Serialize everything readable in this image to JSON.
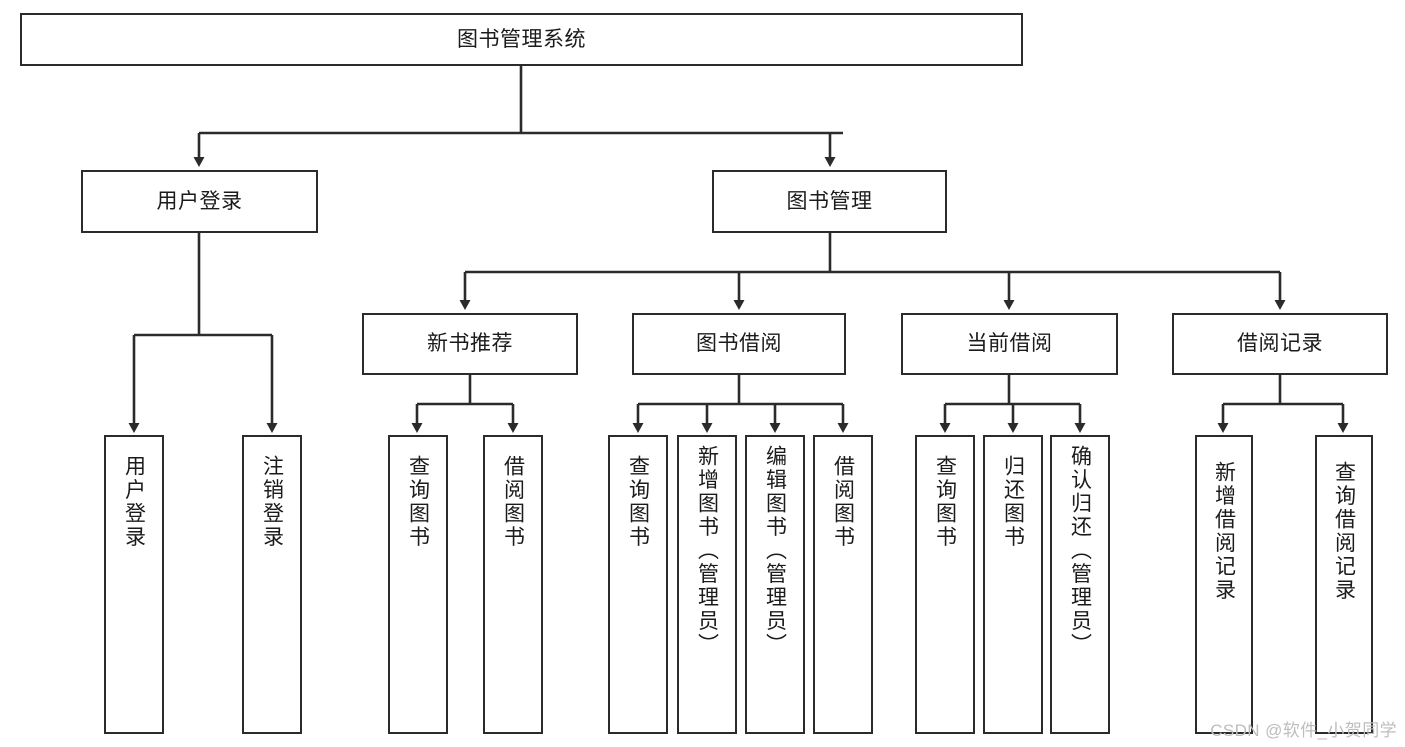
{
  "diagram": {
    "title": "图书管理系统",
    "type": "hierarchy-tree",
    "root": {
      "id": "root",
      "label": "图书管理系统"
    },
    "level2": [
      {
        "id": "user-login",
        "label": "用户登录"
      },
      {
        "id": "book-manage",
        "label": "图书管理"
      }
    ],
    "level3": [
      {
        "id": "new-book-recommend",
        "label": "新书推荐"
      },
      {
        "id": "book-borrow",
        "label": "图书借阅"
      },
      {
        "id": "current-borrow",
        "label": "当前借阅"
      },
      {
        "id": "borrow-record",
        "label": "借阅记录"
      }
    ],
    "leaves": {
      "user_login": [
        {
          "id": "leaf-user-login",
          "label": "用户登录"
        },
        {
          "id": "leaf-logout-login",
          "label": "注销登录"
        }
      ],
      "new_book_recommend": [
        {
          "id": "leaf-query-book-1",
          "label": "查询图书"
        },
        {
          "id": "leaf-borrow-book-1",
          "label": "借阅图书"
        }
      ],
      "book_borrow": [
        {
          "id": "leaf-query-book-2",
          "label": "查询图书"
        },
        {
          "id": "leaf-add-book",
          "label": "新增图书（管理员）"
        },
        {
          "id": "leaf-edit-book",
          "label": "编辑图书（管理员）"
        },
        {
          "id": "leaf-borrow-book-2",
          "label": "借阅图书"
        }
      ],
      "current_borrow": [
        {
          "id": "leaf-query-book-3",
          "label": "查询图书"
        },
        {
          "id": "leaf-return-book",
          "label": "归还图书"
        },
        {
          "id": "leaf-confirm-return",
          "label": "确认归还（管理员）"
        }
      ],
      "borrow_record": [
        {
          "id": "leaf-add-record",
          "label": "新增借阅记录"
        },
        {
          "id": "leaf-query-record",
          "label": "查询借阅记录"
        }
      ]
    },
    "colors": {
      "stroke": "#2b2b2b",
      "text": "#1b1b1b",
      "background": "#ffffff",
      "watermark": "#bdbdbd"
    }
  },
  "watermark": {
    "text": "CSDN @软件_小贺同学"
  }
}
